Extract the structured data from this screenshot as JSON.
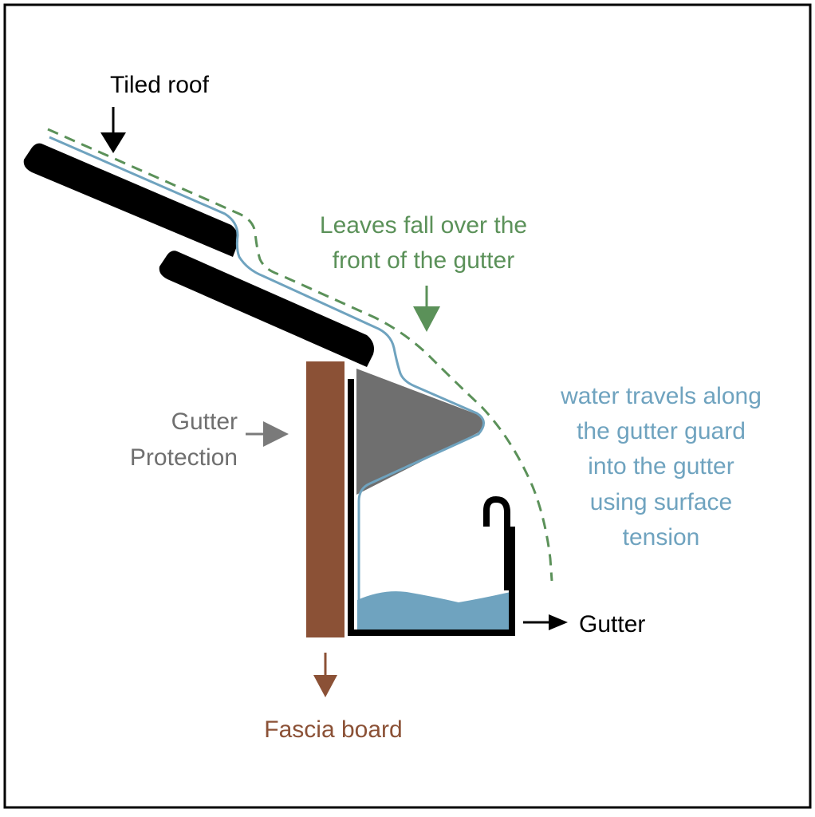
{
  "labels": {
    "tiled_roof": "Tiled roof",
    "leaves_line1": "Leaves fall over the",
    "leaves_line2": "front of the gutter",
    "water_line1": "water travels along",
    "water_line2": "the gutter guard",
    "water_line3": "into the gutter",
    "water_line4": "using surface",
    "water_line5": "tension",
    "protection_line1": "Gutter",
    "protection_line2": "Protection",
    "gutter": "Gutter",
    "fascia": "Fascia board"
  },
  "colors": {
    "roof": "#000000",
    "leaves": "#5b9159",
    "water": "#6fa3bf",
    "protection": "#6f6f6f",
    "fascia": "#8b5136",
    "outline": "#000000"
  }
}
